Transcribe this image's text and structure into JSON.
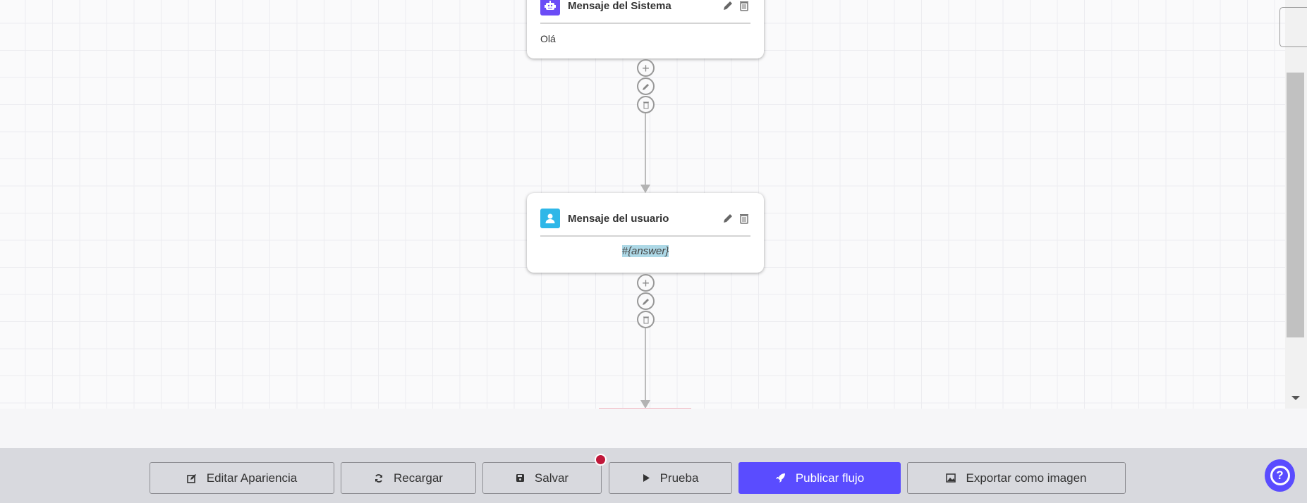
{
  "nodes": [
    {
      "title": "Mensaje del Sistema",
      "body": "Olá",
      "icon": "robot-icon",
      "color": "#6b4cf6"
    },
    {
      "title": "Mensaje del usuario",
      "body": "#{answer}",
      "icon": "user-icon",
      "color": "#2fb7e8"
    }
  ],
  "toolbar": {
    "edit_appearance": "Editar Apariencia",
    "reload": "Recargar",
    "save": "Salvar",
    "test": "Prueba",
    "publish": "Publicar flujo",
    "export": "Exportar como imagen"
  },
  "colors": {
    "accent": "#5a4cff",
    "unsaved_dot": "#c0183a",
    "highlight": "#add8e6"
  }
}
